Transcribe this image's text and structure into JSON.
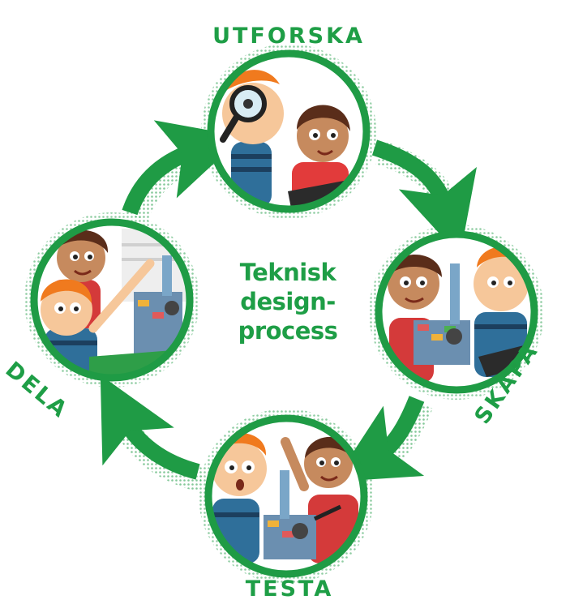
{
  "center_title": {
    "line1": "Teknisk",
    "line2": "design-",
    "line3": "process"
  },
  "stages": {
    "top": "UTFORSKA",
    "right": "SKAPA",
    "bottom": "TESTA",
    "left": "DELA"
  },
  "colors": {
    "primary_green": "#1e9e46",
    "circle_green": "#1f9b45"
  }
}
